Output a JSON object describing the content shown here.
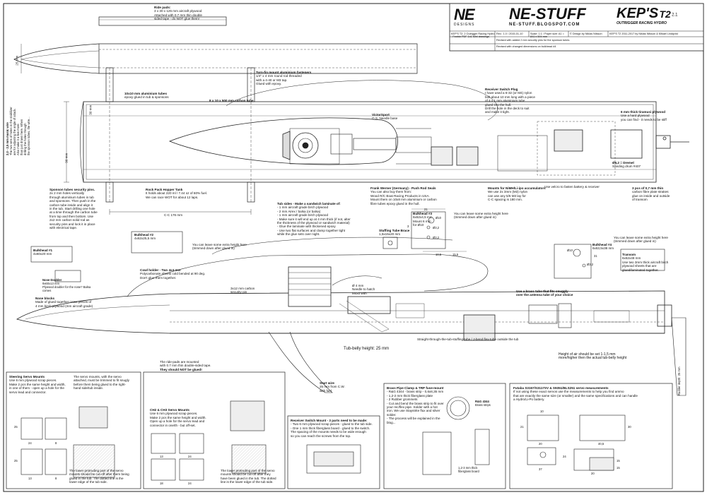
{
  "title_block": {
    "brand_left": "NE",
    "brand_left_sub": "DESIGNS",
    "brand_main": "NE-STUFF",
    "brand_url": "NE-STUFF.BLOGSPOT.COM",
    "brand_right": "KEP'S",
    "brand_right_num": "T2",
    "brand_right_sup": "2.1",
    "brand_right_sub": "OUTRIGGER RACING HYDRO",
    "row1": [
      "KEP'S T2: 2 Outrigger Racing Hydro - Feebie PDF 1x1 Mini drawings",
      "Rev.: 1.0 / 2015-01-10",
      "Scale: 1:1 / Paper size: A1 = 841 x 594 mm",
      "© Design by Niklas Nilsson",
      "KEP'S T2 2011-2017 by Niklas Nilsson & Mikael Lindqvist"
    ],
    "rev_notes": [
      "Revised with added 2 mm security pins for the sponson tubes",
      "Revised with changed dimensions on bulkhead #4"
    ]
  },
  "notes": {
    "ride_pads": [
      "Ride pads:",
      "3 x 30 x 125 mm aircraft plywood",
      "Attached with 0.7 mm thin double",
      "sided tape - do NOT glue them!"
    ],
    "turn_fin": [
      "Turn-fin mount aluminium fasteners",
      "1/4\" x 4 mm round rod threaded",
      "with a 4-40 or M3 tap.",
      "Glued with epoxy."
    ],
    "alu_tubes": [
      "10x10 mm aluminium tubes",
      "epoxy glued in tub & sponsons"
    ],
    "carbon_tube": "8 x 10 x 500 mm carbon tube",
    "side_note": [
      "2,0 - 2,5 mm music wire",
      "The two sets of holes in the stabilizer",
      "are for adjusting the angle of attack.",
      "Also make it a few more",
      "than just drawn here. When",
      "drilling the holes through",
      "the sponson tubes, the wire..."
    ],
    "victorsport": [
      "VictorSport",
      "O.S. Needle base"
    ],
    "receiver_plug": [
      "Receiver Switch Plug",
      "I have used a 6-32 (or M4) nylon",
      "bolt about 10 mm long with a piece",
      "of 4 x 1 mm aluminium tube",
      "glued into the hull.",
      "Drill the hole in the deck to suit",
      "and make it tight."
    ],
    "carbon_plywood": [
      "6 mm thick tiramusi plywood",
      "Use a hard plywood",
      "you can find - it needs to be stiff"
    ],
    "sponson_pins": [
      "Sponson tubes security pins.",
      "2x 2 mm holes vertically",
      "through aluminium tubes in tub",
      "and sponsons. Then push in the",
      "carbon tube inside and align it",
      "in the tub. Start drilling one hole",
      "at a time through the carbon tube",
      "from top and then bottom. Use",
      "2x2 mm carbon solid rod as",
      "security pins and lock it in place",
      "with electrical tape."
    ],
    "rock_pack": [
      "Rock Pack Hopper Tank",
      "It holds about 220 ml / 7.44 oz of 60% fuel.",
      "We can race WOT for about 12 laps."
    ],
    "frank_werner": [
      "Frank Werner (Germany) - Push Rod Seals",
      "You can also buy them from:",
      "Wood R/C Boat Racing Products in USA.",
      "Mount them on 10x8 mm aluminium or carbon",
      "fibre tubes epoxy glued in the hull."
    ],
    "mounts": [
      "Mounts for NiMH/Li-ipo accumulators",
      "We use 2x 3mm (M3) nylon",
      "can use any 5/6 M3 lay for",
      "C-C spacing is 180 mm."
    ],
    "velcro": "Use velcro to fasten battery & receiver",
    "dremel": [
      "Ø6,2 = Dremel",
      "Sanding drum #407"
    ],
    "three_pcs": [
      "3 pcs of 0,7 mm thin",
      "carbon fibre plate strakes",
      "glue on inside and outside",
      "of transom"
    ],
    "cc": "C-C 176 mm",
    "dim_90": "90 mm",
    "dim_30": "30 mm",
    "dim_25": "25 mm",
    "tub_sides": [
      "Tub sides - Make a sandwich laminate of:",
      "- 1 mm aircraft grade birch plywood",
      "- 2 mm Airex / balsa (or balsa)",
      "- 1 mm aircraft grade birch plywood",
      "- Make sure it will end up at 4 mm thick (if not, alter",
      "  the thickness of the plywood or sandwich material)",
      "- Glue the laminate with thickened epoxy",
      "- Use two flat surfaces and clamp together tight",
      "  while the glue sets over night."
    ],
    "bulkhead3": [
      "Bulkhead #3",
      "6x62x4,5 mm",
      "Mount 6 mm",
      "for Ø10"
    ],
    "extra_height": [
      "You can leave some extra height here",
      "(trimmed down after glued in)"
    ],
    "stuffing_box": [
      "Stuffing Tube Brace",
      "1,5x15x20 mm"
    ],
    "bulkhead2": [
      "Bulkhead #2",
      "4x62x25,5 mm"
    ],
    "extra_height2": [
      "You can leave some extra height here",
      "(trimmed down after glued in)"
    ],
    "bulkhead1": [
      "Bulkhead #1",
      "4x60x20 mm"
    ],
    "nose_doubler": [
      "Nose Doubler",
      "9x60x13 mm",
      "Plywood doubler for the nose? Balsa comes"
    ],
    "cowl_holder": [
      "Cowl holder - Two 4x4 mm",
      "Polycarbonate sheets cold bended at 90 deg.",
      "Don't glue them together."
    ],
    "tire_ear": [
      "3x12 mm carbon",
      "security pin"
    ],
    "brass_tube": [
      "Use a brass tube that fits snuggly",
      "over the antenna tube of your choice"
    ],
    "nose_blocks": [
      "Nose blocks",
      "Made of glued together cross pieces of",
      "4 mm birch plywood (mm aircraft grade)"
    ],
    "ride_pads2": [
      "The ride-pads are mounted",
      "with 0.7 mm thin double-sided tape.",
      "They should NOT be glued!"
    ],
    "dim_4": [
      "Ø 4 mm",
      "Needle to hatch",
      "M4x0 with"
    ],
    "start_wire": [
      "Start wire",
      "25 mm from C.W.",
      "with fuel"
    ],
    "tub_belly": "Tub-belly height: 25 mm",
    "straight_through": "Straight-through-the-tub-stuffing tube / J-bend flex-tube outside the tub",
    "height_air": [
      "Height of air should be set 1-1,5 mm",
      "more/higher then the actual tub-belly height"
    ],
    "transom": [
      "Transom",
      "6x62x48 mm",
      "Use two 3mm thick aircraft birch",
      "plywood sheets that are",
      "glued/laminated together."
    ],
    "bulkhead4": [
      "Bulkhead #4",
      "6x63,5x38 mm"
    ],
    "extra_height3": [
      "You can leave some extra height here",
      "(trimmed down after glued in)"
    ],
    "rudder_depth": "Rudder depth: 25 mm"
  },
  "bottom_panels": {
    "steering": {
      "title": "Steering Servo Mounts",
      "lines": [
        "Use 6 mm plywood scrap pieces.",
        "Make 2 pcs the same height and width,",
        "in one of them - open up a hole for the",
        "servo lead and connector."
      ],
      "right": [
        "The servo mounts, with the servo",
        "attached, must be trimmed to fit snugly",
        "before them being glued to the right-",
        "hand side/tub inside."
      ],
      "bottom": [
        "The lower protruding part of the servo",
        "mounts should be cut-off after them being",
        "glued in the tub. The dotted line is the",
        "lower edge of the tub side."
      ],
      "dims": [
        "25",
        "24",
        "8",
        "13",
        "25",
        "8"
      ]
    },
    "ch2": {
      "title": "CH2 & CH3 Servo Mounts",
      "lines": [
        "Use 6 mm plywood scrap pieces.",
        "Make 2 pcs the same height and width.",
        "Open up a hole for the servo lead and",
        "connector in one/th - but off-set."
      ],
      "bottom": [
        "The lower protruding part of the servo",
        "mounts should be cut-off after they",
        "have been glued in the tub. The dotted",
        "line is the lower edge of the tub side."
      ],
      "dims": [
        "13",
        "24",
        "18",
        "24"
      ]
    },
    "receiver": {
      "title": "Receiver Switch Mount - 3 parts need to be made:",
      "lines": [
        "- Two 6 mm plywood scrap pieces - glued to the tub side.",
        "- One 1 mm thick fiberglass board - glued to the switch.",
        "The spacing of the mounts needs to be wide enough",
        "so you can reach the screws from the top."
      ]
    },
    "brass": {
      "title": "Brass Pipe Clamp & TRP fuse-mount",
      "lines": [
        "- R&G 4344 - brass strip - 0,6x8,35 mm",
        "- 1,2-2 mm thick fiberglass plate",
        "- 2 Rubber grommets",
        "- Cut and bend the brass strip to fit over",
        "  your rec/flex pipe. Solder with a hot",
        "  iron. We use Staystrite flux and silver solder.",
        "- The process will be explained in the blog..."
      ],
      "part": [
        "R&G 4344",
        "Brass strips"
      ],
      "fiber": [
        "1,2-3 mm thick",
        "fiberglass board"
      ]
    },
    "futaba": {
      "title": "Futaba S3157/S3117SV & S9351/BLS251 servo measurements",
      "lines": [
        "If not using these exact servos use the measurements to help you find ammo",
        "that are exactly the same size (or smaller) and the same specifications and can handle",
        "a Hydro/Li-Po battery."
      ],
      "dims": [
        "21",
        "10",
        "20",
        "40,5",
        "30",
        "37",
        "24",
        "20",
        "15",
        "15"
      ]
    }
  },
  "measure": {
    "b3_dims": [
      "21",
      "Ø10",
      "3",
      "Ø3,2",
      "Ø3,2",
      "10,5",
      "15,5"
    ],
    "b4_dims": [
      "Ø10",
      "31",
      "Ø3,2"
    ]
  }
}
